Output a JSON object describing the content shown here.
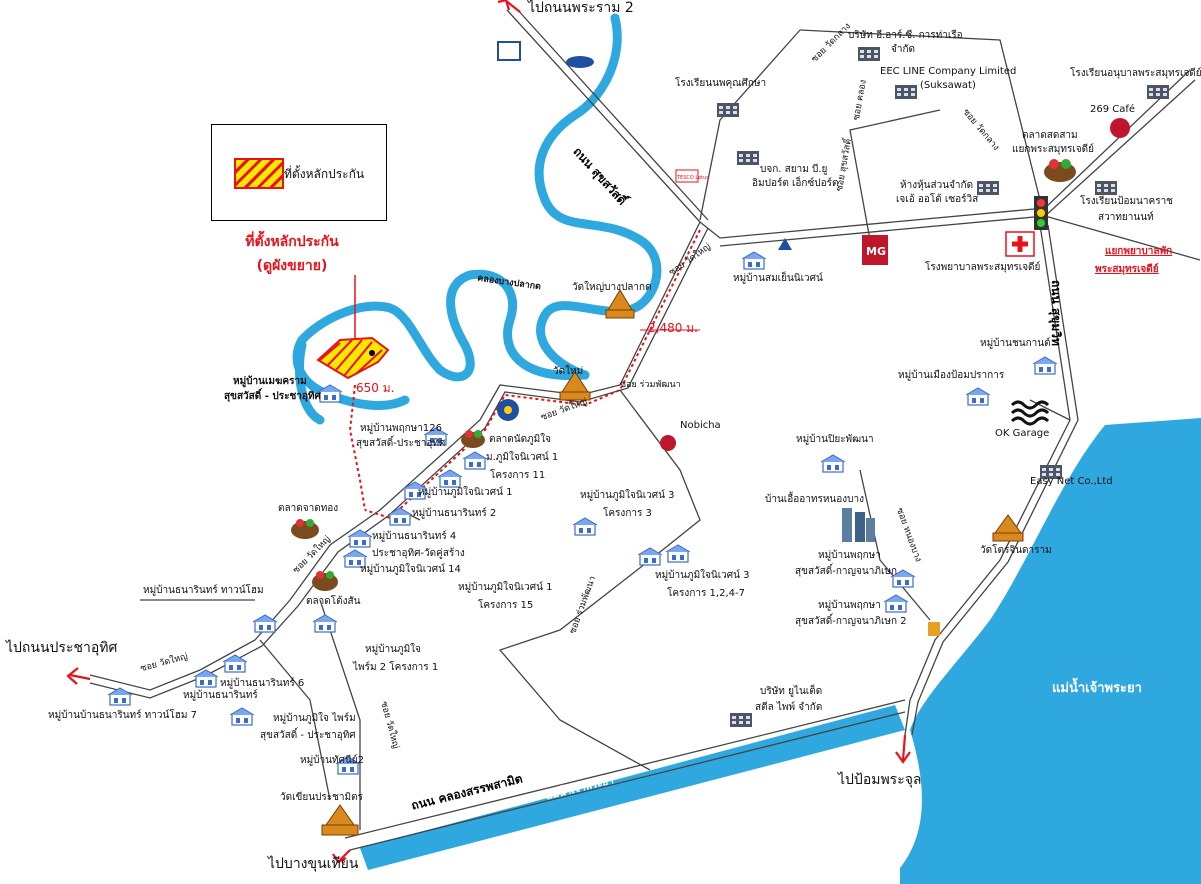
{
  "legend": {
    "label": "ที่ตั้งหลักประกัน"
  },
  "callout": {
    "title": "ที่ตั้งหลักประกัน",
    "subtitle": "(ดูผังขยาย)"
  },
  "distances": {
    "d1": "2,480 ม.",
    "d2": "650 ม."
  },
  "roads": {
    "suksawat": "ถนน สุขสวัสดิ์",
    "khlong_sappasamit": "ถนน คลองสรรพสามิต",
    "sukhumvit": "ถนน สุขุมวิท",
    "wat_klang_lbl": "ซอย วัดกลาง",
    "suksawat_soi": "ซอย สุขสวัสดิ์",
    "wat_yai": "ซอย วัดใหญ่",
    "wat_yai2": "ซอย วัดใหญ่",
    "wat_yai3": "ซอย วัดใหญ่",
    "wat_yai4": "ซอย วัดใหญ่",
    "ruam_patana": "ซอย ร่วมพัฒนา",
    "ruam_patana2": "ซอย ร่วมพัฒนา",
    "wat_klang2": "ซอย วัดกลาง",
    "soi_wat_yai_top": "ซอย วัดใหญ่",
    "soi_khlong": "ซอย คลอง",
    "soi_nong": "ซอย หนองบาง"
  },
  "directions": {
    "rama2": "ไปถนนพระราม 2",
    "pracha_uthit": "ไปถนนประชาอุทิศ",
    "pom_phra_chun": "ไปป้อมพระจุล",
    "bang_khun_thian": "ไปบางขุนเทียน"
  },
  "water": {
    "chao_phraya": "แม่น้ำเจ้าพระยา",
    "chao_phraya2": "แม่น้ำเจ้าพระยา",
    "khlong_bang_pla_kot": "คลองบางปลากด"
  },
  "places": {
    "eec1": "บริษัท อี.อาร์.ซี. การท่าเรือ",
    "eec2": "จำกัด",
    "eec3": "EEC LINE Company Limited",
    "eec4": "(Suksawat)",
    "school1": "โรงเรียนนพคุณศึกษา",
    "school2": "โรงเรียนอนุบาลพระสมุทรเจดีย์",
    "cafe": "269 Café",
    "market1a": "ตลาดสดสาม",
    "market1b": "แยกพระสมุทรเจดีย์",
    "company1a": "บจก. สยาม บี.ยู",
    "company1b": "อิมปอร์ต เอ็กซ์ปอร์ต",
    "shop1a": "ห้างหุ้นส่วนจำกัด",
    "shop1b": "เจเอ้ ออโต้ เซอร์วิส",
    "school3a": "โรงเรียนป้อมนาคราช",
    "school3b": "สวาทยานนท์",
    "junction1": "แยกพยาบาลพัก",
    "junction2": "พระสมุทรเจดีย์",
    "hospital": "โรงพยาบาลพระสมุทรเจดีย์",
    "village1": "หมู่บ้านสมเย็นนิเวศน์",
    "temple1": "วัดใหญ่บางปลากด",
    "temple2": "วัดใหม่",
    "nobicha": "Nobicha",
    "village2": "หมู่บ้านชนกานต์",
    "village3": "หมู่บ้านเมืองป้อมปราการ",
    "okgarage": "OK Garage",
    "easynet": "Easy Net Co.,Ltd",
    "village4a": "หมู่บ้านเมฆคราม",
    "village4b": "สุขสวัสดิ์ - ประชาอุทิศ",
    "village5a": "หมู่บ้านพฤกษา126",
    "village5b": "สุขสวัสดิ์-ประชาอุทิศ",
    "market2": "ตลาดนัดภูมิใจ",
    "village6a": "ม.ภูมิใจนิเวศน์ 1",
    "village6b": "โครงการ 11",
    "village7": "หมู่บ้านภูมิใจนิเวศน์ 1",
    "village8": "หมู่บ้านธนารินทร์ 2",
    "village9a": "หมู่บ้านภูมิใจนิเวศน์ 3",
    "village9b": "โครงการ 3",
    "village10": "หมู่บ้านปิยะพัฒนา",
    "village11": "บ้านเอื้ออาทรหนองบาง",
    "village12a": "หมู่บ้านพฤกษา",
    "village12b": "สุขสวัสดิ์-กาญจนาภิเษก",
    "village13a": "หมู่บ้านพฤกษา",
    "village13b": "สุขสวัสดิ์-กาญจนาภิเษก 2",
    "temple3": "วัดโตรจินดาราม",
    "market3": "ตลาดจาดทอง",
    "village14": "หมู่บ้านธนารินทร์ 4",
    "village15a": "ประชาอุทิศ-วัดคู่สร้าง",
    "village15b": "หมู่บ้านภูมิใจนิเวศน์ 14",
    "village16a": "หมู่บ้านภูมิใจนิเวศน์ 1",
    "village16b": "โครงการ 15",
    "village17a": "หมู่บ้านภูมิใจนิเวศน์ 3",
    "village17b": "โครงการ 1,2,4-7",
    "village18": "หมู่บ้านธนารินทร์ ทาวน์โฮม",
    "market4": "ตลาดโต้งสัน",
    "village19a": "หมู่บ้านภูมิใจ",
    "village19b": "ไพร์ม 2 โครงการ 1",
    "village20": "หมู่บ้านธนารินทร์ 6",
    "village21": "หมู่บ้านธนารินทร์",
    "village22": "หมู่บ้านบ้านธนารินทร์ ทาวน์โฮม 7",
    "village23a": "หมู่บ้านภูมิใจ ไพร์ม",
    "village23b": "สุขสวัสดิ์ - ประชาอุทิศ",
    "village24": "หมู่บ้านทัศนีย์2",
    "temple4": "วัดเขียนประชามิตร",
    "company2a": "บริษัท ยูไนเต็ด",
    "company2b": "สตีล ไพพ์ จำกัด",
    "tesco": "TESCO Lotus"
  },
  "colors": {
    "water": "#2fa8e0",
    "road": "#7a7a7a",
    "red": "#e8121b",
    "plot": "#ffe600"
  }
}
